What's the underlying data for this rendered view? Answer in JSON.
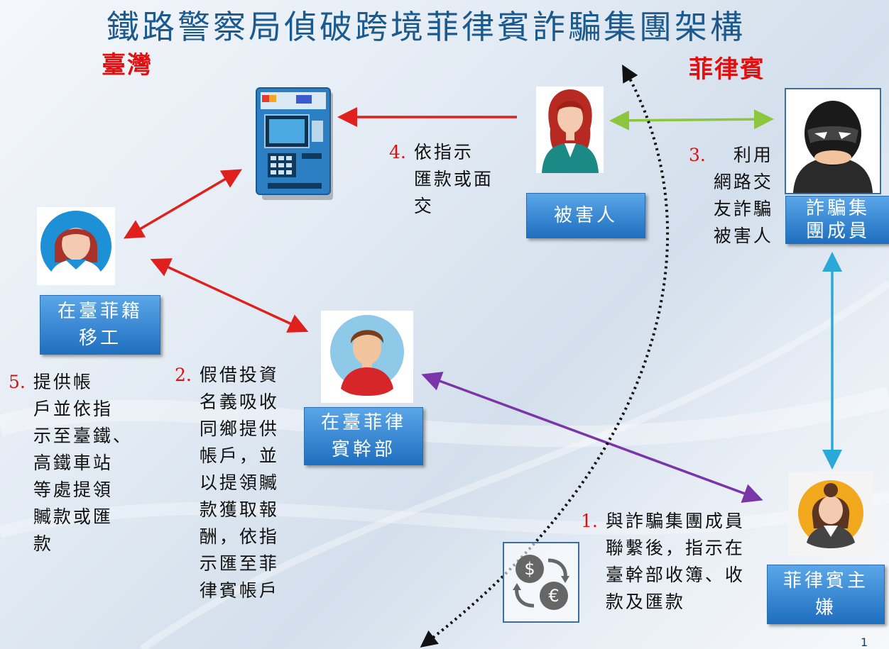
{
  "title": "鐵路警察局偵破跨境菲律賓詐騙集團架構",
  "regions": {
    "left": "臺灣",
    "right": "菲律賓"
  },
  "boxes": {
    "victim": "被害人",
    "scam_member": "詐騙集\n團成員",
    "migrant_worker": "在臺菲籍\n移工",
    "cadre": "在臺菲律\n賓幹部",
    "mastermind": "菲律賓主\n嫌"
  },
  "notes": {
    "n1": {
      "num": "1.",
      "text": "與詐騙集團成員\n聯繫後，指示在\n臺幹部收簿、收\n款及匯款"
    },
    "n2": {
      "num": "2.",
      "text": "假借投資\n名義吸收\n同鄉提供\n帳戶，並\n以提領贓\n款獲取報\n酬，依指\n示匯至菲\n律賓帳戶"
    },
    "n3": {
      "num": "3.",
      "text": "利用\n網路交\n友詐騙\n被害人"
    },
    "n4": {
      "num": "4.",
      "text": "依指示\n匯款或面\n交"
    },
    "n5": {
      "num": "5.",
      "text": "提供帳\n戶並依指\n示至臺鐵、\n高鐵車站\n等處提領\n贓款或匯\n款"
    }
  },
  "page_number": "1",
  "colors": {
    "title": "#1c5a8e",
    "region": "#e01010",
    "red_arrow": "#e0201c",
    "green_arrow": "#8cc63f",
    "cyan_arrow": "#2aa8d8",
    "purple_arrow": "#7a35a8",
    "box": "#2a7fd0"
  },
  "icons": [
    "atm-icon",
    "victim-woman-icon",
    "scammer-icon",
    "worker-woman-icon",
    "cadre-man-icon",
    "mastermind-woman-icon",
    "currency-exchange-icon"
  ]
}
